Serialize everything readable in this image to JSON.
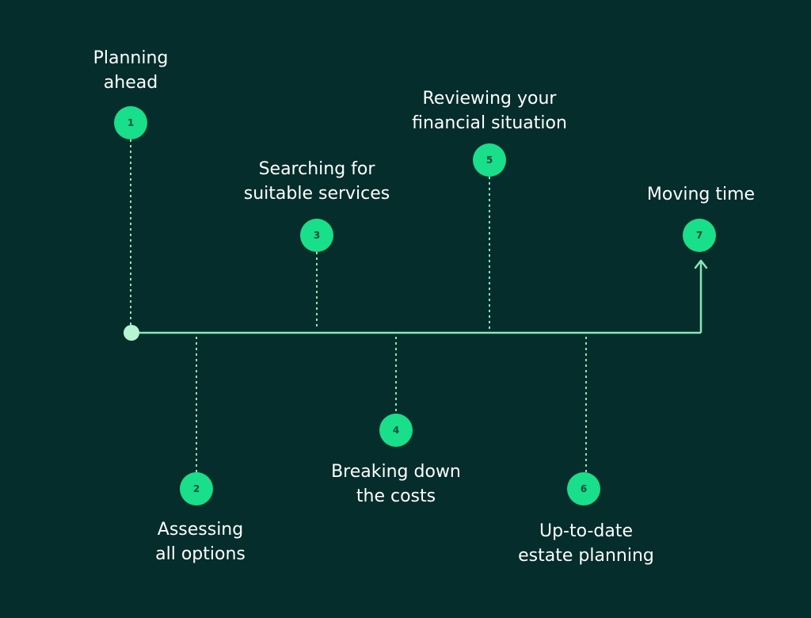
{
  "colors": {
    "background": "#042D2B",
    "badge_fill": "#19DE8A",
    "badge_text": "#07503A",
    "line": "#88E7B8",
    "start_dot": "#B7F4D4",
    "text": "#FFFFFF"
  },
  "icons": {
    "start": "timeline-start-dot-icon",
    "end": "arrow-up-icon"
  },
  "steps": [
    {
      "number": "1",
      "lines": [
        "Planning",
        "ahead"
      ]
    },
    {
      "number": "2",
      "lines": [
        "Assessing",
        "all options"
      ]
    },
    {
      "number": "3",
      "lines": [
        "Searching for",
        "suitable services"
      ]
    },
    {
      "number": "4",
      "lines": [
        "Breaking down",
        "the costs"
      ]
    },
    {
      "number": "5",
      "lines": [
        "Reviewing your",
        "financial situation"
      ]
    },
    {
      "number": "6",
      "lines": [
        "Up-to-date",
        "estate planning"
      ]
    },
    {
      "number": "7",
      "lines": [
        "Moving time"
      ]
    }
  ]
}
